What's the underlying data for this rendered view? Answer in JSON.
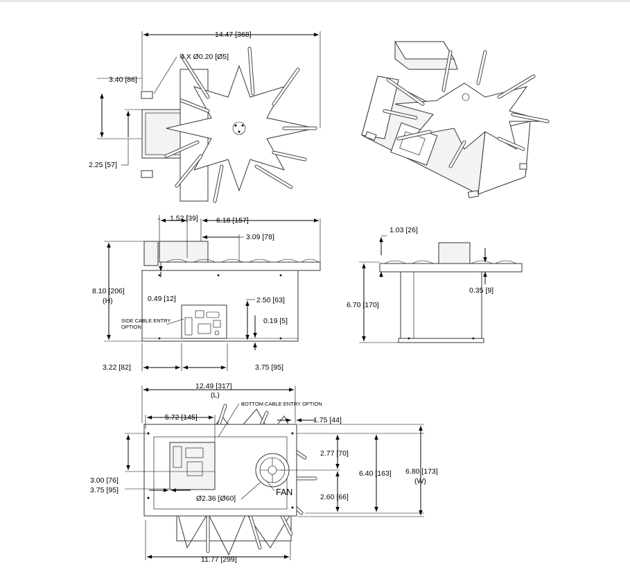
{
  "top_view": {
    "overall_width": "14.47 [368]",
    "holes": "4 X Ø0.20 [Ø5]",
    "dim_left_upper": "3.40 [86]",
    "dim_left_lower": "2.25 [57]"
  },
  "front_view": {
    "dim_152": "1.52 [39]",
    "dim_618": "6.18 [157]",
    "dim_309": "3.09 [78]",
    "height": "8.10 [206]",
    "height_tag": "(H)",
    "dim_049": "0.49 [12]",
    "dim_250": "2.50 [63]",
    "dim_019": "0.19 [5]",
    "cable_entry_line1": "SIDE CABLE ENTRY",
    "cable_entry_line2": "OPTION",
    "dim_322": "3.22 [82]",
    "dim_375": "3.75 [95]"
  },
  "side_view": {
    "dim_103": "1.03 [26]",
    "dim_670": "6.70 [170]",
    "dim_035": "0.35 [9]"
  },
  "bottom_view": {
    "length": "12.49 [317]",
    "length_tag": "(L)",
    "bottom_cable": "BOTTOM CABLE ENTRY OPTION",
    "dim_572": "5.72 [145]",
    "dim_175": "1.75 [44]",
    "dim_277": "2.77 [70]",
    "dim_640": "6.40 [163]",
    "width": "6.80 [173]",
    "width_tag": "(W)",
    "dim_300": "3.00 [76]",
    "dim_375": "3.75 [95]",
    "fan_dia": "Ø2.36 [Ø60]",
    "fan_label": "FAN",
    "dim_260": "2.60 [66]",
    "dim_1177": "11.77 [299]"
  }
}
